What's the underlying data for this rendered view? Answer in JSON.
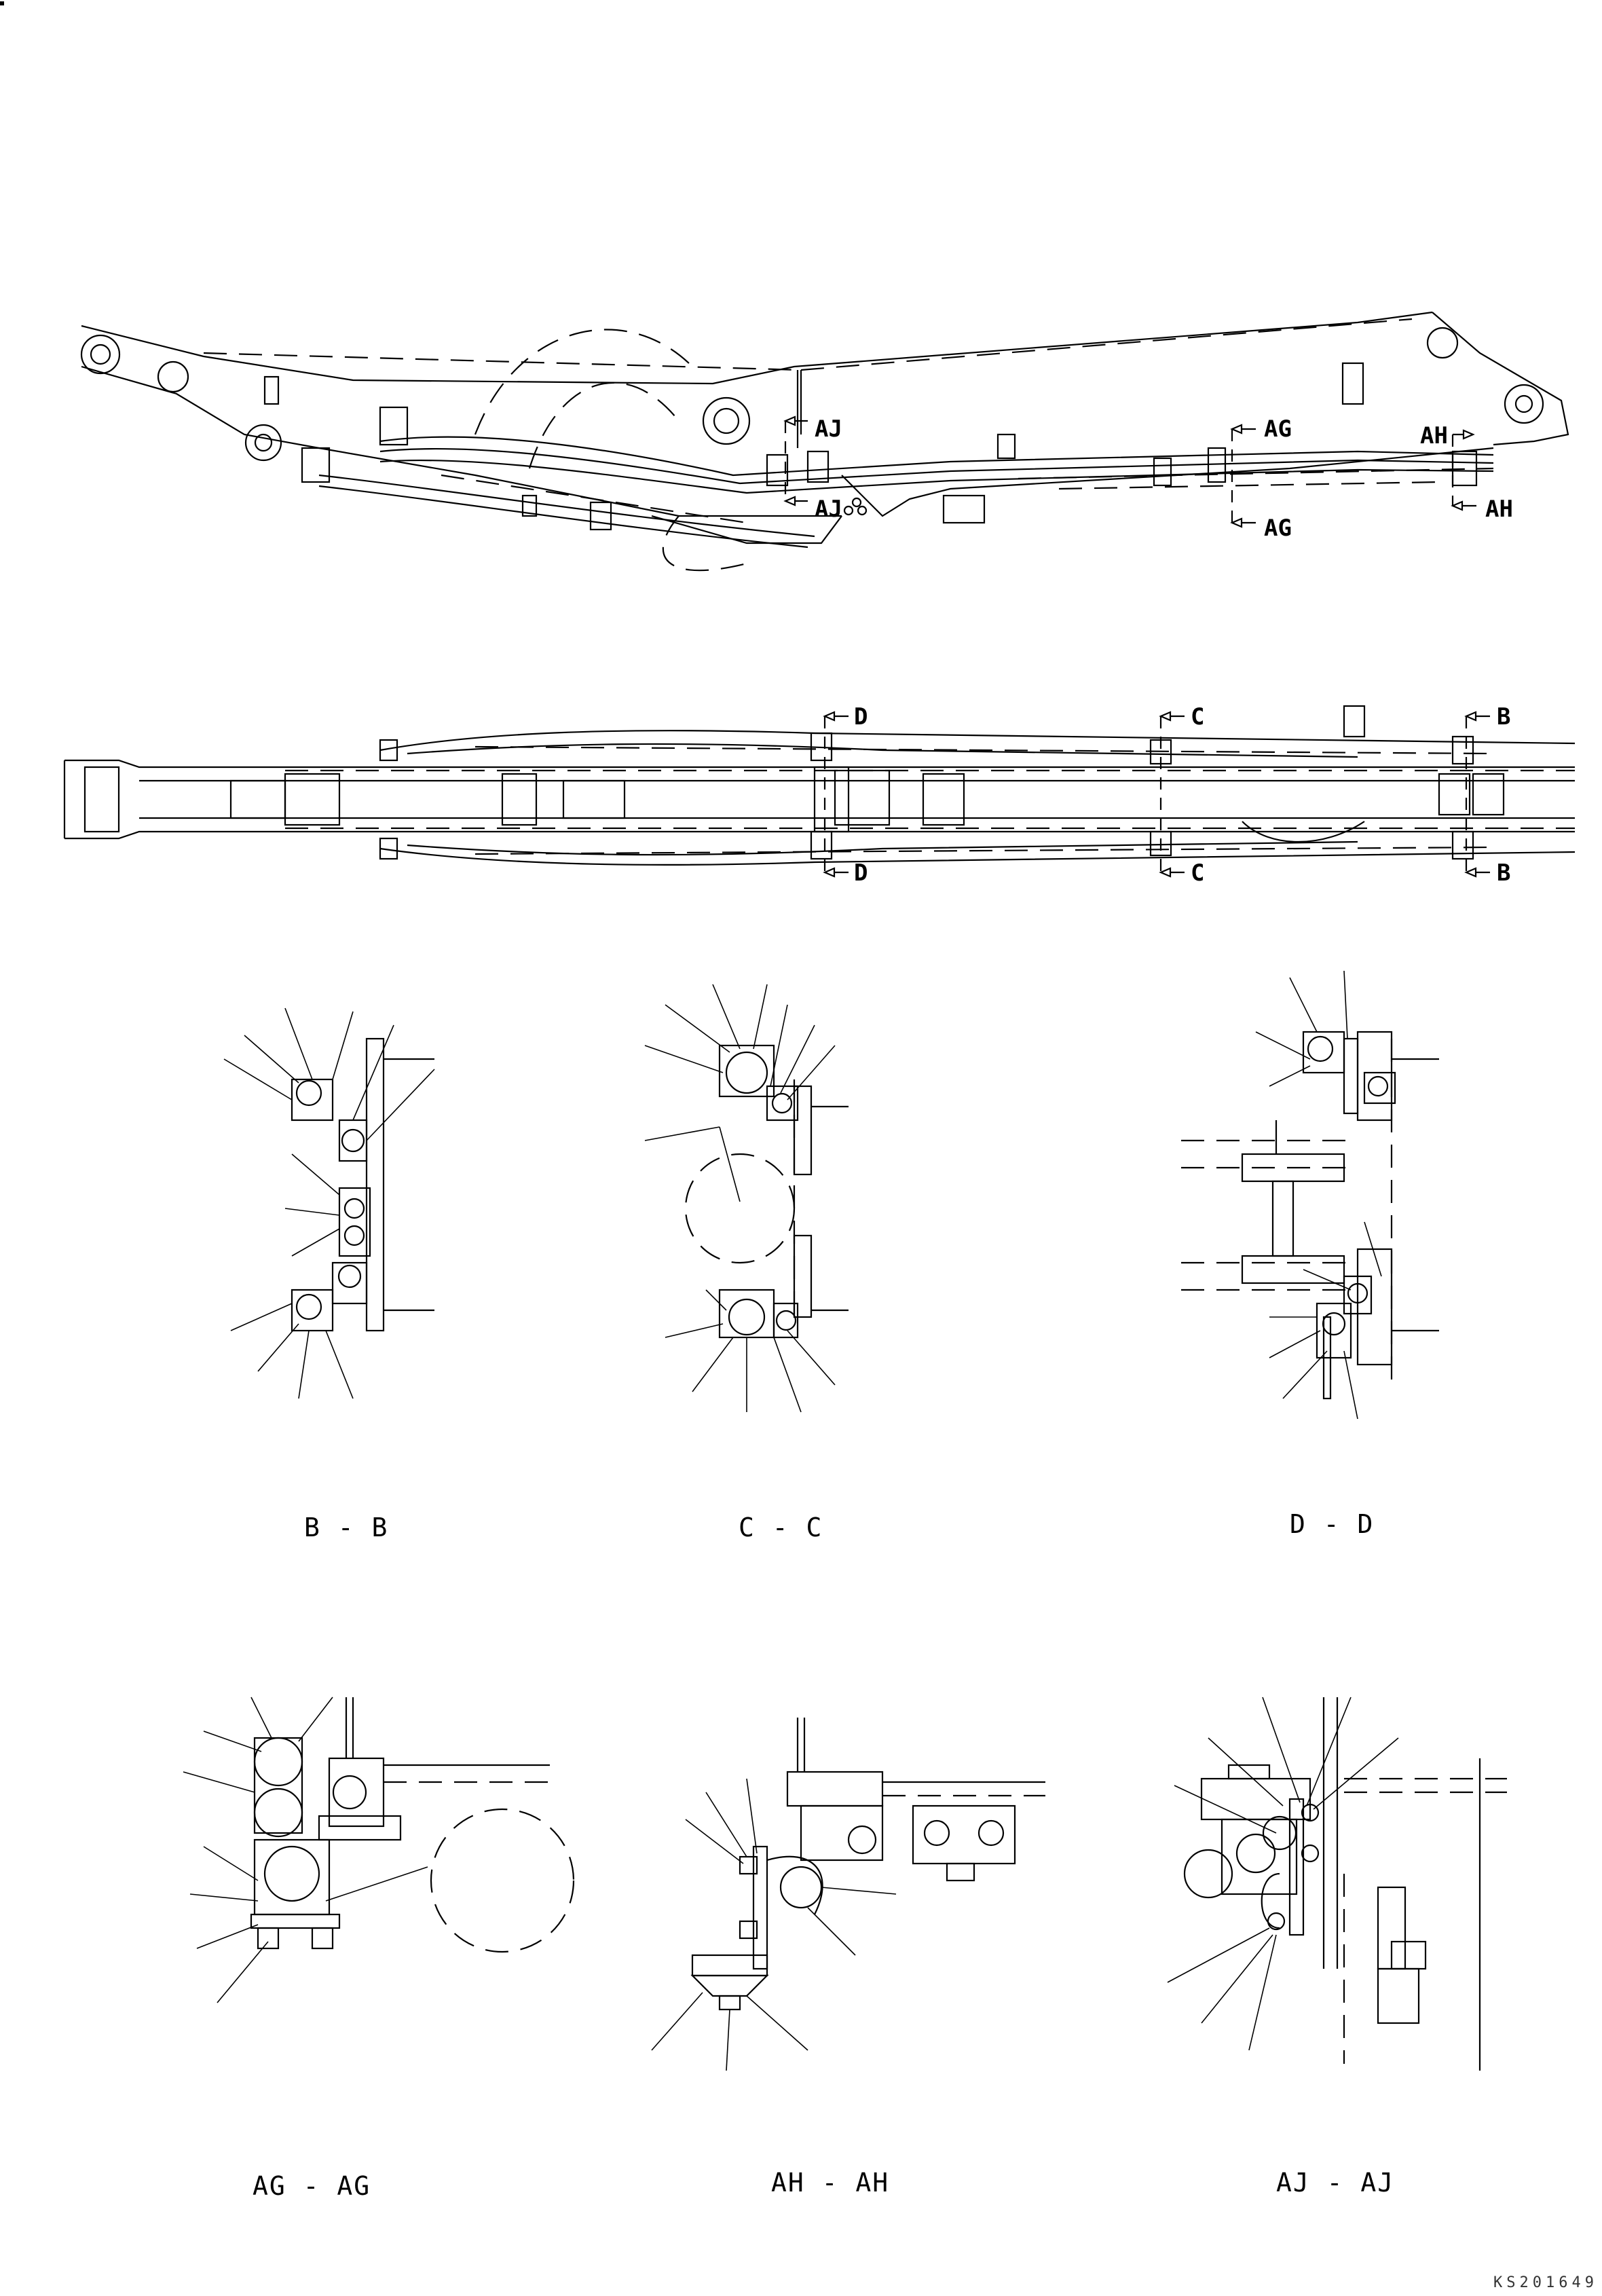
{
  "side_view": {
    "markers": {
      "aj_top": "AJ",
      "aj_bottom": "AJ",
      "ag_top": "AG",
      "ag_bottom": "AG",
      "ah_top": "AH",
      "ah_bottom": "AH"
    }
  },
  "top_view": {
    "markers": {
      "d_top": "D",
      "d_bottom": "D",
      "c_top": "C",
      "c_bottom": "C",
      "b_top": "B",
      "b_bottom": "B"
    }
  },
  "sections": {
    "bb": "B - B",
    "cc": "C - C",
    "dd": "D - D",
    "agag": "AG - AG",
    "ahah": "AH - AH",
    "ajaj": "AJ - AJ"
  },
  "drawing_code": "KS201649"
}
